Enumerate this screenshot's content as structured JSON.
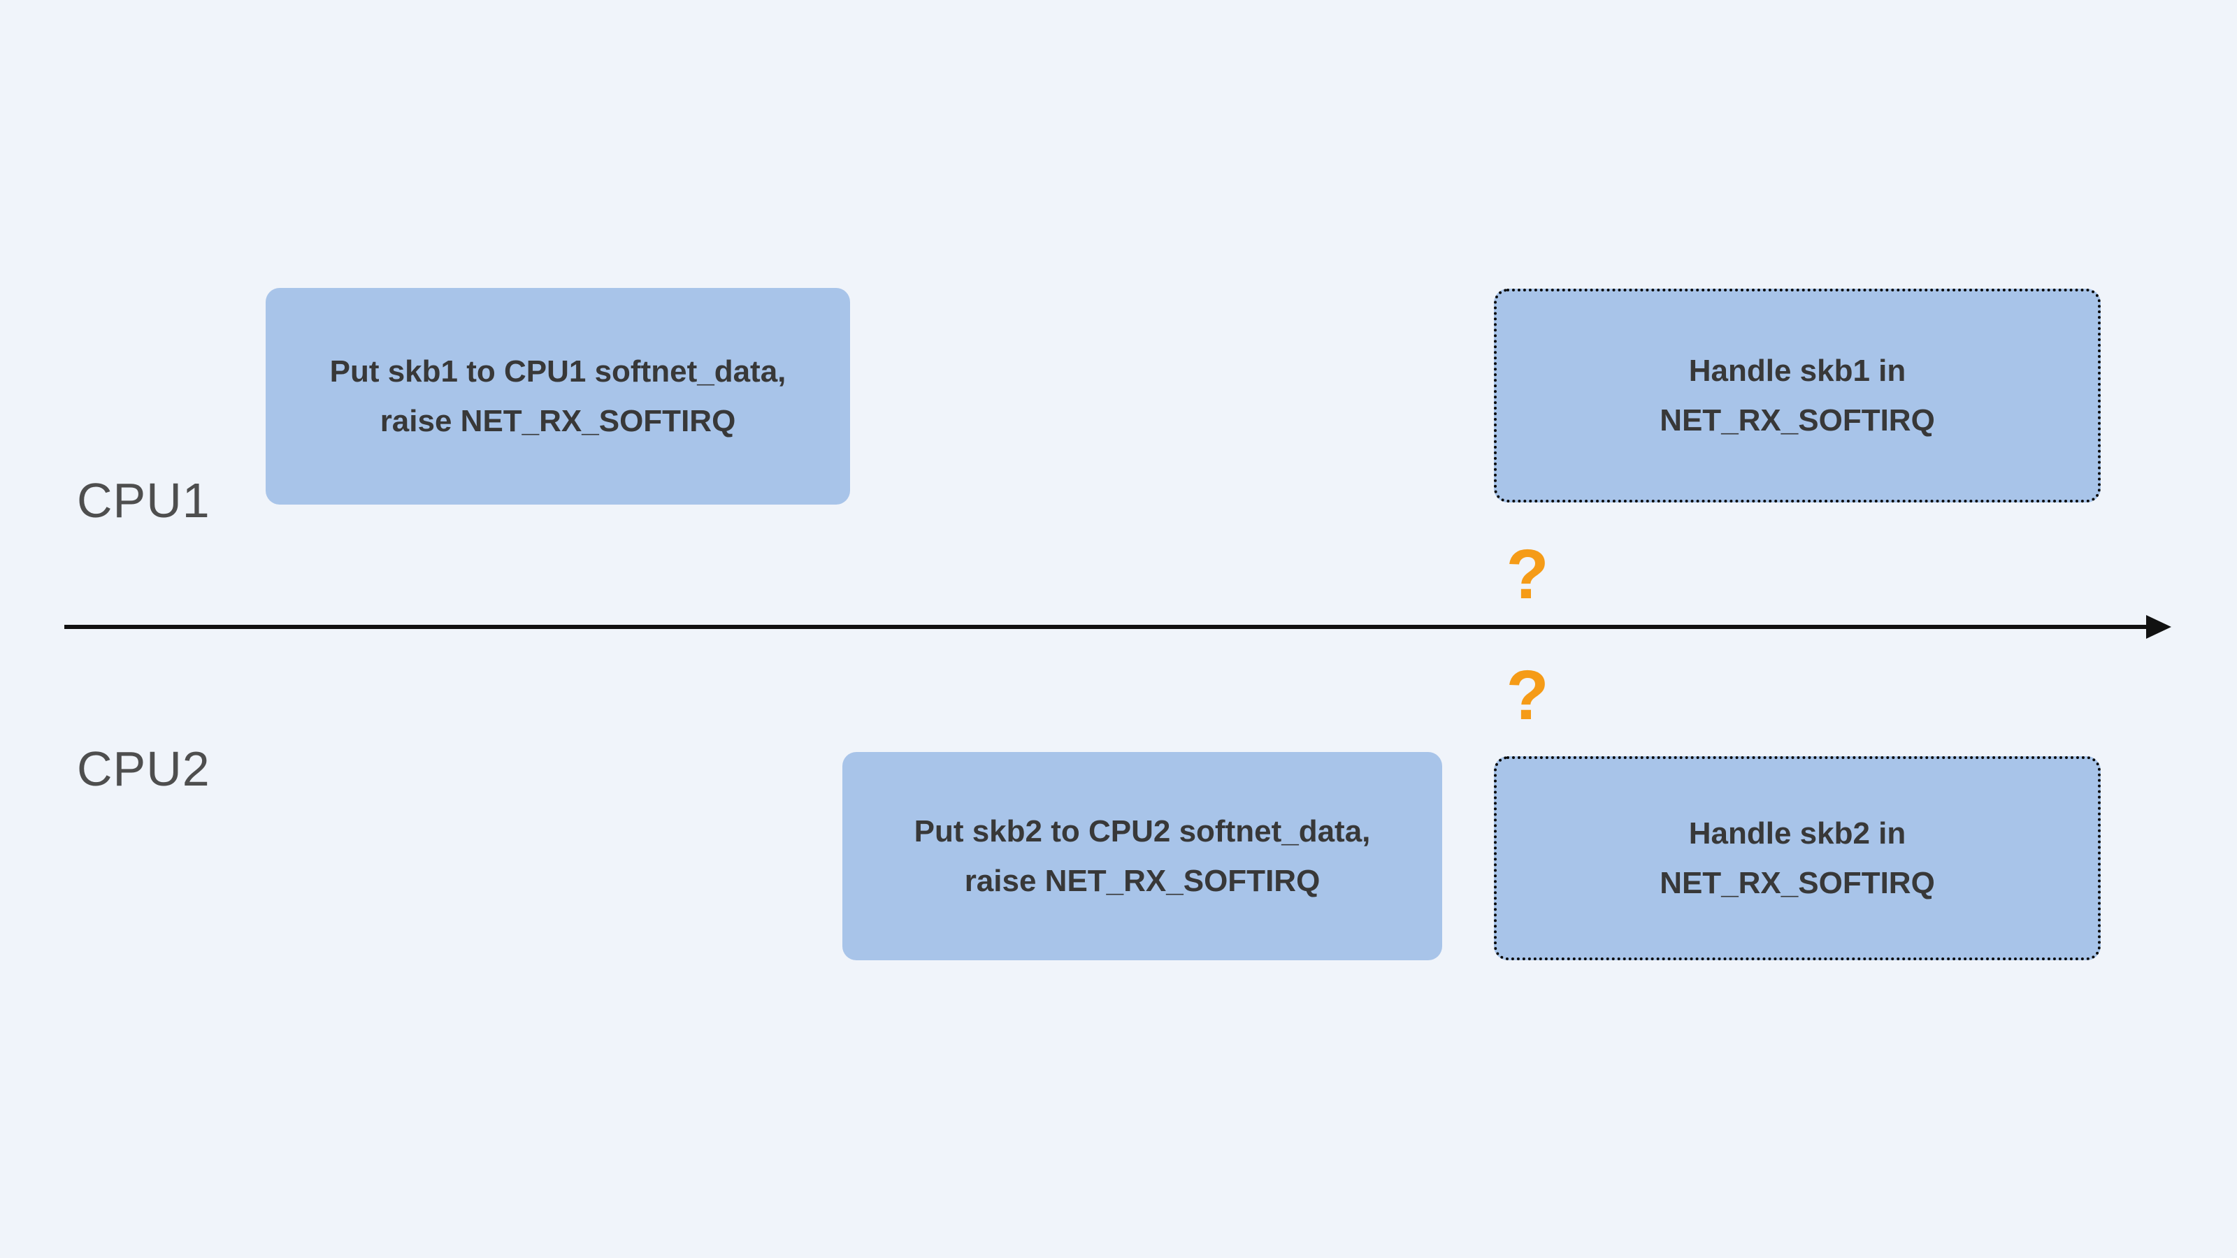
{
  "diagram": {
    "title_implicit": "Two CPUs raising and handling NET_RX_SOFTIRQ on a shared timeline",
    "labels": {
      "cpu1": "CPU1",
      "cpu2": "CPU2"
    },
    "boxes": [
      {
        "id": "cpu1-enqueue",
        "style": "solid",
        "line1": "Put skb1 to CPU1 softnet_data,",
        "line2": "raise NET_RX_SOFTIRQ"
      },
      {
        "id": "cpu1-handle",
        "style": "dotted",
        "line1": "Handle skb1 in",
        "line2": "NET_RX_SOFTIRQ"
      },
      {
        "id": "cpu2-enqueue",
        "style": "solid",
        "line1": "Put skb2 to CPU2 softnet_data,",
        "line2": "raise NET_RX_SOFTIRQ"
      },
      {
        "id": "cpu2-handle",
        "style": "dotted",
        "line1": "Handle skb2 in",
        "line2": "NET_RX_SOFTIRQ"
      }
    ],
    "question_marks": {
      "top": "?",
      "bottom": "?"
    },
    "colors": {
      "background": "#f0f4fa",
      "box_fill": "#a8c4e9",
      "box_text": "#383838",
      "box_dotted_border": "#0a0a0a",
      "cpu_label_text": "#4e4e4e",
      "timeline": "#111111",
      "question_mark": "#f59b17"
    }
  }
}
